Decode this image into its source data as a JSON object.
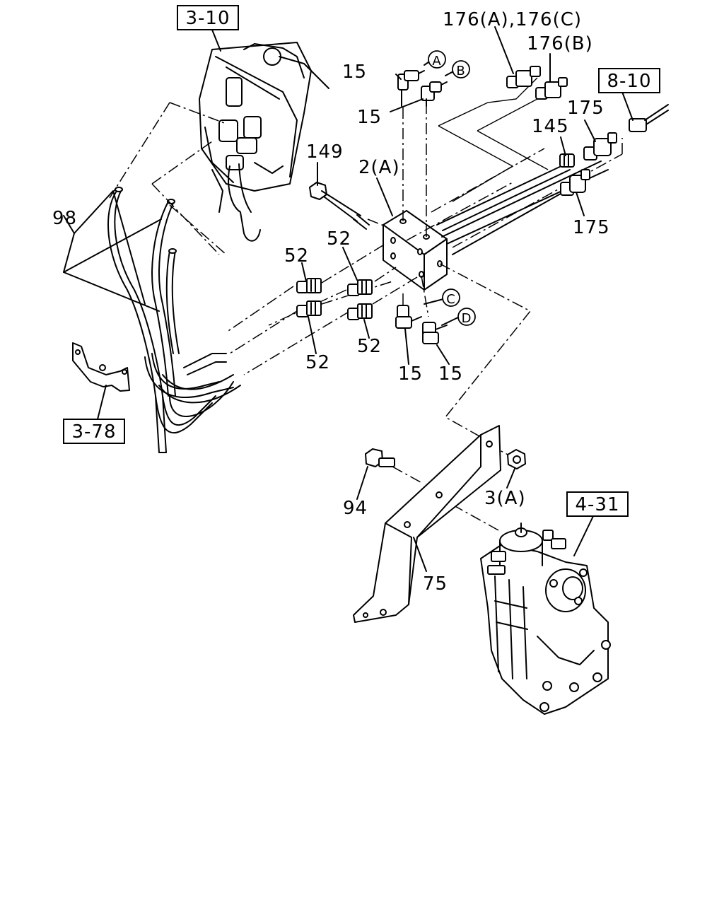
{
  "references": {
    "ref_3_10": "3-10",
    "ref_8_10": "8-10",
    "ref_3_78": "3-78",
    "ref_4_31": "4-31"
  },
  "callouts": {
    "c176ac": "176(A),176(C)",
    "c176b": "176(B)",
    "c15_a": "15",
    "c15_b": "15",
    "c15_c": "15",
    "c15_d": "15",
    "c175_top": "175",
    "c145": "145",
    "c175_bottom": "175",
    "c149": "149",
    "c2a": "2(A)",
    "c98": "98",
    "c52_a": "52",
    "c52_b": "52",
    "c52_c": "52",
    "c52_d": "52",
    "c94": "94",
    "c3a": "3(A)",
    "c75": "75"
  },
  "circle_markers": {
    "A": "A",
    "B": "B",
    "C": "C",
    "D": "D"
  }
}
